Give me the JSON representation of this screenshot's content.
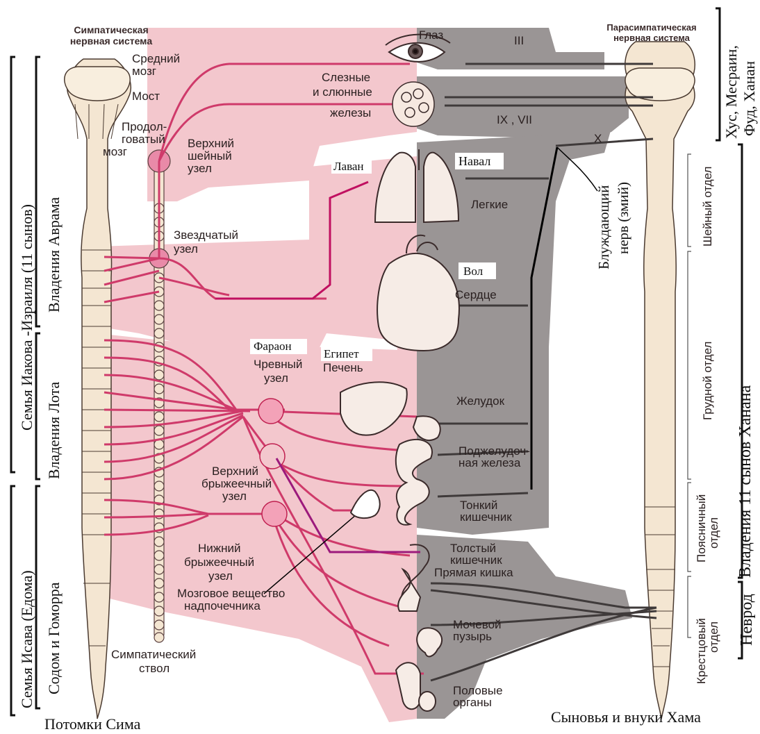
{
  "headers": {
    "sympathetic": [
      "Симпатическая",
      "нервная система"
    ],
    "parasympathetic": [
      "Парасимпатическая",
      "нервная система"
    ]
  },
  "brain": {
    "midbrain": [
      "Средний",
      "мозг"
    ],
    "pons": "Мост",
    "medulla": [
      "Продол-",
      "говатый",
      "мозг"
    ]
  },
  "ganglia": {
    "superior_cervical": [
      "Верхний",
      "шейный",
      "узел"
    ],
    "stellate": [
      "Звездчатый",
      "узел"
    ],
    "celiac": [
      "Чревный",
      "узел"
    ],
    "superior_mesenteric": [
      "Верхний",
      "брыжеечный",
      "узел"
    ],
    "inferior_mesenteric": [
      "Нижний",
      "брыжеечный",
      "узел"
    ],
    "adrenal_medulla": [
      "Мозговое вещество",
      "надпочечника"
    ],
    "sympathetic_trunk": [
      "Симпатический",
      "ствол"
    ]
  },
  "organs": {
    "eye": "Глаз",
    "glands": [
      "Слезные",
      "и слюнные",
      "железы"
    ],
    "lungs": "Легкие",
    "heart": "Сердце",
    "liver": "Печень",
    "stomach": "Желудок",
    "pancreas": [
      "Поджелудоч-",
      "ная железа"
    ],
    "small_intestine": [
      "Тонкий",
      "кишечник"
    ],
    "large_intestine": [
      "Толстый",
      "кишечник"
    ],
    "rectum": "Прямая кишка",
    "bladder": [
      "Мочевой",
      "пузырь"
    ],
    "genitals": [
      "Половые",
      "органы"
    ]
  },
  "nerves": {
    "cranial_3": "III",
    "cranial_9_7": "IX , VII",
    "vagus_10": "X"
  },
  "spinal_sections": {
    "cervical": "Шейный отдел",
    "thoracic": "Грудной отдел",
    "lumbar": [
      "Поясничный",
      "отдел"
    ],
    "sacral": [
      "Крестцовый",
      "отдел"
    ]
  },
  "annotations": {
    "laban": "Лаван",
    "naval": "Навал",
    "vol": "Вол",
    "pharaoh": "Фараон",
    "egypt": "Египет",
    "vagus_note": [
      "Блуждающий",
      "нерв (змий)"
    ],
    "abram_domain": "Владения  Аврама",
    "lot_domain": "Владения  Лота",
    "sodom": "Содом   и  Гоморра",
    "jacob_family": "Семья Иакова -Израиля (11 сынов)",
    "esau_family": "Семья Исава (Едома)",
    "canaan_domain": "Владения  11 сынов Ханана",
    "hus_group": [
      "Хус, Месраин,",
      "Фуд, Ханан"
    ],
    "nimrod": "Неврод",
    "shem_descendants": "Потомки Сима",
    "ham_descendants": "Сыновья и внуки Хама"
  },
  "colors": {
    "sympathetic_bg": "#f3c7cd",
    "parasympathetic_bg": "#9a9595",
    "sympathetic_nerve": "#cf3a6a",
    "parasympathetic_nerve": "#3f3a3a",
    "bone": "#f4e6d2",
    "vagus_overlay": "#000000",
    "mesenteric_overlay": "#9c1a7c"
  }
}
